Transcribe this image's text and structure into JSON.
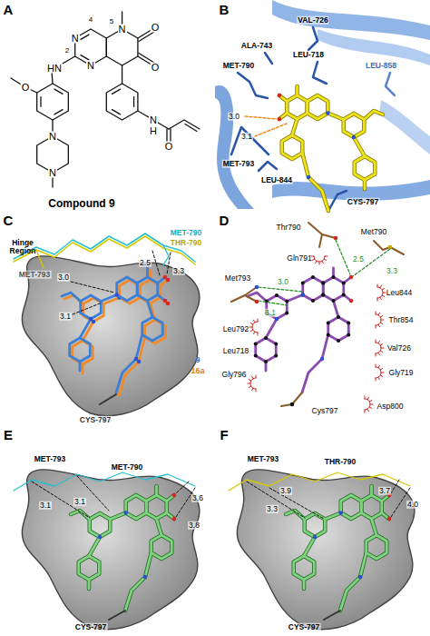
{
  "diagram": {
    "labels": [
      "A",
      "4",
      "N",
      "5",
      "O",
      "O",
      "N",
      "N",
      "2",
      "HN",
      "O",
      "N",
      "N",
      "N",
      "H",
      "O",
      "Compound 9",
      "B",
      "VAL-726",
      "ALA-743",
      "LEU-718",
      "MET-790",
      "LEU-858",
      "3.0",
      "3.1",
      "MET-793",
      "LEU-844",
      "CYS-797",
      "C",
      "MET-790",
      "THR-790",
      "Hinge Region",
      "MET-793",
      "2.5",
      "3.3",
      "3.0",
      "3.1",
      "9",
      "16a",
      "CYS-797",
      "D",
      "Thr790",
      "Met790",
      "Gln791",
      "2.5",
      "3.3",
      "Met793",
      "3.0",
      "3.1",
      "Leu844",
      "Leu792",
      "Thr854",
      "Val726",
      "Leu718",
      "Gly796",
      "Gly719",
      "Cys797",
      "Asp800",
      "E",
      "MET-793",
      "MET-790",
      "3.1",
      "3.1",
      "3.6",
      "3.8",
      "CYS-797",
      "F",
      "MET-793",
      "THR-790",
      "3.9",
      "3.3",
      "3.7",
      "4.0",
      "CYS-797"
    ]
  }
}
